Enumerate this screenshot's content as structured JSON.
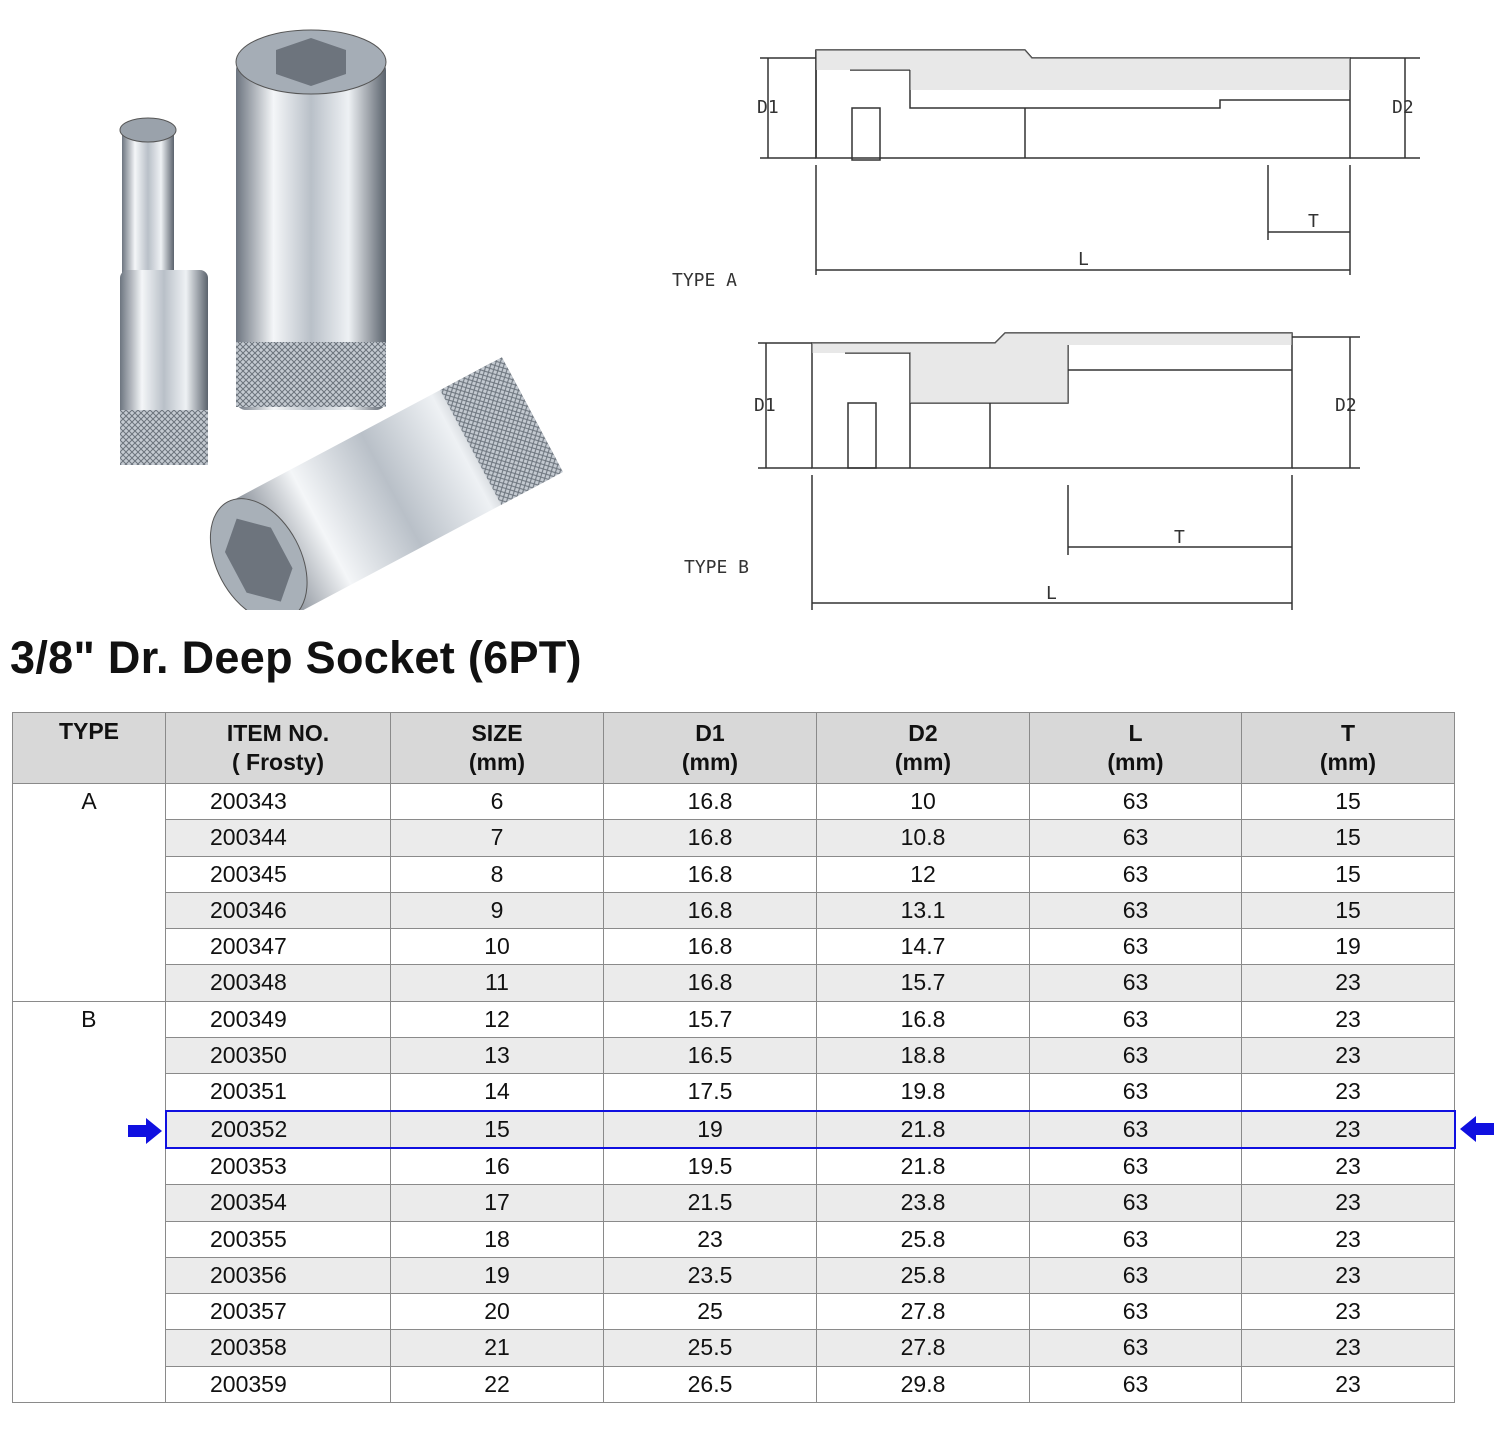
{
  "diagrams": {
    "type_a": {
      "label": "TYPE A",
      "d1": "D1",
      "d2": "D2",
      "t": "T",
      "l": "L"
    },
    "type_b": {
      "label": "TYPE B",
      "d1": "D1",
      "d2": "D2",
      "t": "T",
      "l": "L"
    }
  },
  "title": "3/8\" Dr. Deep Socket (6PT)",
  "table": {
    "headers": [
      {
        "line1": "TYPE",
        "line2": ""
      },
      {
        "line1": "ITEM NO.",
        "line2": "( Frosty)"
      },
      {
        "line1": "SIZE",
        "line2": "(mm)"
      },
      {
        "line1": "D1",
        "line2": "(mm)"
      },
      {
        "line1": "D2",
        "line2": "(mm)"
      },
      {
        "line1": "L",
        "line2": "(mm)"
      },
      {
        "line1": "T",
        "line2": "(mm)"
      }
    ],
    "groups": [
      {
        "type": "A",
        "rows": [
          [
            "200343",
            "6",
            "16.8",
            "10",
            "63",
            "15"
          ],
          [
            "200344",
            "7",
            "16.8",
            "10.8",
            "63",
            "15"
          ],
          [
            "200345",
            "8",
            "16.8",
            "12",
            "63",
            "15"
          ],
          [
            "200346",
            "9",
            "16.8",
            "13.1",
            "63",
            "15"
          ],
          [
            "200347",
            "10",
            "16.8",
            "14.7",
            "63",
            "19"
          ],
          [
            "200348",
            "11",
            "16.8",
            "15.7",
            "63",
            "23"
          ]
        ]
      },
      {
        "type": "B",
        "rows": [
          [
            "200349",
            "12",
            "15.7",
            "16.8",
            "63",
            "23"
          ],
          [
            "200350",
            "13",
            "16.5",
            "18.8",
            "63",
            "23"
          ],
          [
            "200351",
            "14",
            "17.5",
            "19.8",
            "63",
            "23"
          ],
          [
            "200352",
            "15",
            "19",
            "21.8",
            "63",
            "23"
          ],
          [
            "200353",
            "16",
            "19.5",
            "21.8",
            "63",
            "23"
          ],
          [
            "200354",
            "17",
            "21.5",
            "23.8",
            "63",
            "23"
          ],
          [
            "200355",
            "18",
            "23",
            "25.8",
            "63",
            "23"
          ],
          [
            "200356",
            "19",
            "23.5",
            "25.8",
            "63",
            "23"
          ],
          [
            "200357",
            "20",
            "25",
            "27.8",
            "63",
            "23"
          ],
          [
            "200358",
            "21",
            "25.5",
            "27.8",
            "63",
            "23"
          ],
          [
            "200359",
            "22",
            "26.5",
            "29.8",
            "63",
            "23"
          ]
        ]
      }
    ],
    "highlighted_item": "200352",
    "highlight_color": "#1010e0"
  }
}
